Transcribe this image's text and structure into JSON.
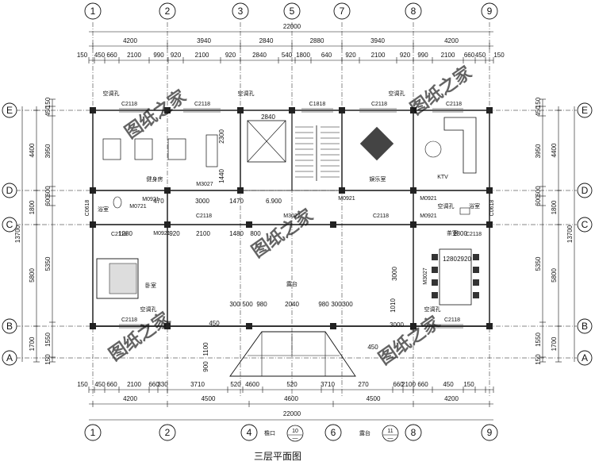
{
  "axes": {
    "columns": [
      "1",
      "2",
      "3",
      "5",
      "7",
      "8",
      "9"
    ],
    "bottom_columns": [
      "1",
      "2",
      "4",
      "6",
      "8",
      "9"
    ],
    "rows": [
      "E",
      "D",
      "C",
      "B",
      "A"
    ]
  },
  "dims": {
    "top_total": "22000",
    "top_mid": [
      "4200",
      "3940",
      "2840",
      "2880",
      "3940",
      "4200"
    ],
    "top_fine": [
      "150",
      "450",
      "660",
      "2100",
      "990",
      "920",
      "2100",
      "920",
      "2840",
      "540",
      "1800",
      "640",
      "920",
      "2100",
      "920",
      "990",
      "2100",
      "660",
      "450",
      "150"
    ],
    "bottom_total": "22000",
    "bottom_mid": [
      "4200",
      "4500",
      "4600",
      "4500",
      "4200"
    ],
    "bottom_fine": [
      "150",
      "450",
      "660",
      "2100",
      "660",
      "330",
      "3710",
      "520",
      "4600",
      "520",
      "3710",
      "270",
      "660",
      "2100",
      "660",
      "450",
      "150"
    ],
    "left_total": "13700",
    "left_mid": [
      "4400",
      "1800",
      "5800",
      "1700"
    ],
    "left_fine": [
      "150",
      "450",
      "3950",
      "600",
      "600",
      "5350",
      "1550",
      "150"
    ],
    "right_total": "13700",
    "right_mid": [
      "4400",
      "1800",
      "5800",
      "1700"
    ],
    "right_fine": [
      "150",
      "450",
      "3950",
      "600",
      "600",
      "5350",
      "1550",
      "150"
    ],
    "interior": [
      "3000",
      "1470",
      "470",
      "6.900",
      "2840",
      "1280",
      "920",
      "2100",
      "1480",
      "800",
      "3000",
      "300",
      "500",
      "980",
      "2040",
      "980",
      "300",
      "300",
      "450",
      "1100",
      "900",
      "1280",
      "2920",
      "3000",
      "1010",
      "450",
      "2800",
      "1440",
      "2300"
    ]
  },
  "windows": [
    "C2118",
    "C2118",
    "C1818",
    "C2118",
    "C2118",
    "C2118",
    "C2118",
    "C2118",
    "C2118",
    "C0618",
    "C0618",
    "C2118",
    "C2118"
  ],
  "doors": [
    "M3027",
    "M3027",
    "M3027",
    "M0921",
    "M0921",
    "M0921",
    "M0921",
    "M0721",
    "M0921"
  ],
  "rooms": {
    "gym": "健身房",
    "entertainment": "娱乐室",
    "ktv": "KTV",
    "bath_left": "浴室",
    "bath_right": "浴室",
    "bedroom": "卧室",
    "terrace": "露台",
    "tea_room": "茶室"
  },
  "ac_labels": [
    "空调孔",
    "空调孔",
    "空调孔",
    "空调孔",
    "空调孔",
    "空调孔"
  ],
  "section_marks": [
    {
      "prefix": "檐口",
      "num": "10",
      "sheet": "—"
    },
    {
      "prefix": "露台",
      "num": "11",
      "sheet": "—"
    }
  ],
  "watermark": "图纸之家",
  "caption": "三层平面图"
}
